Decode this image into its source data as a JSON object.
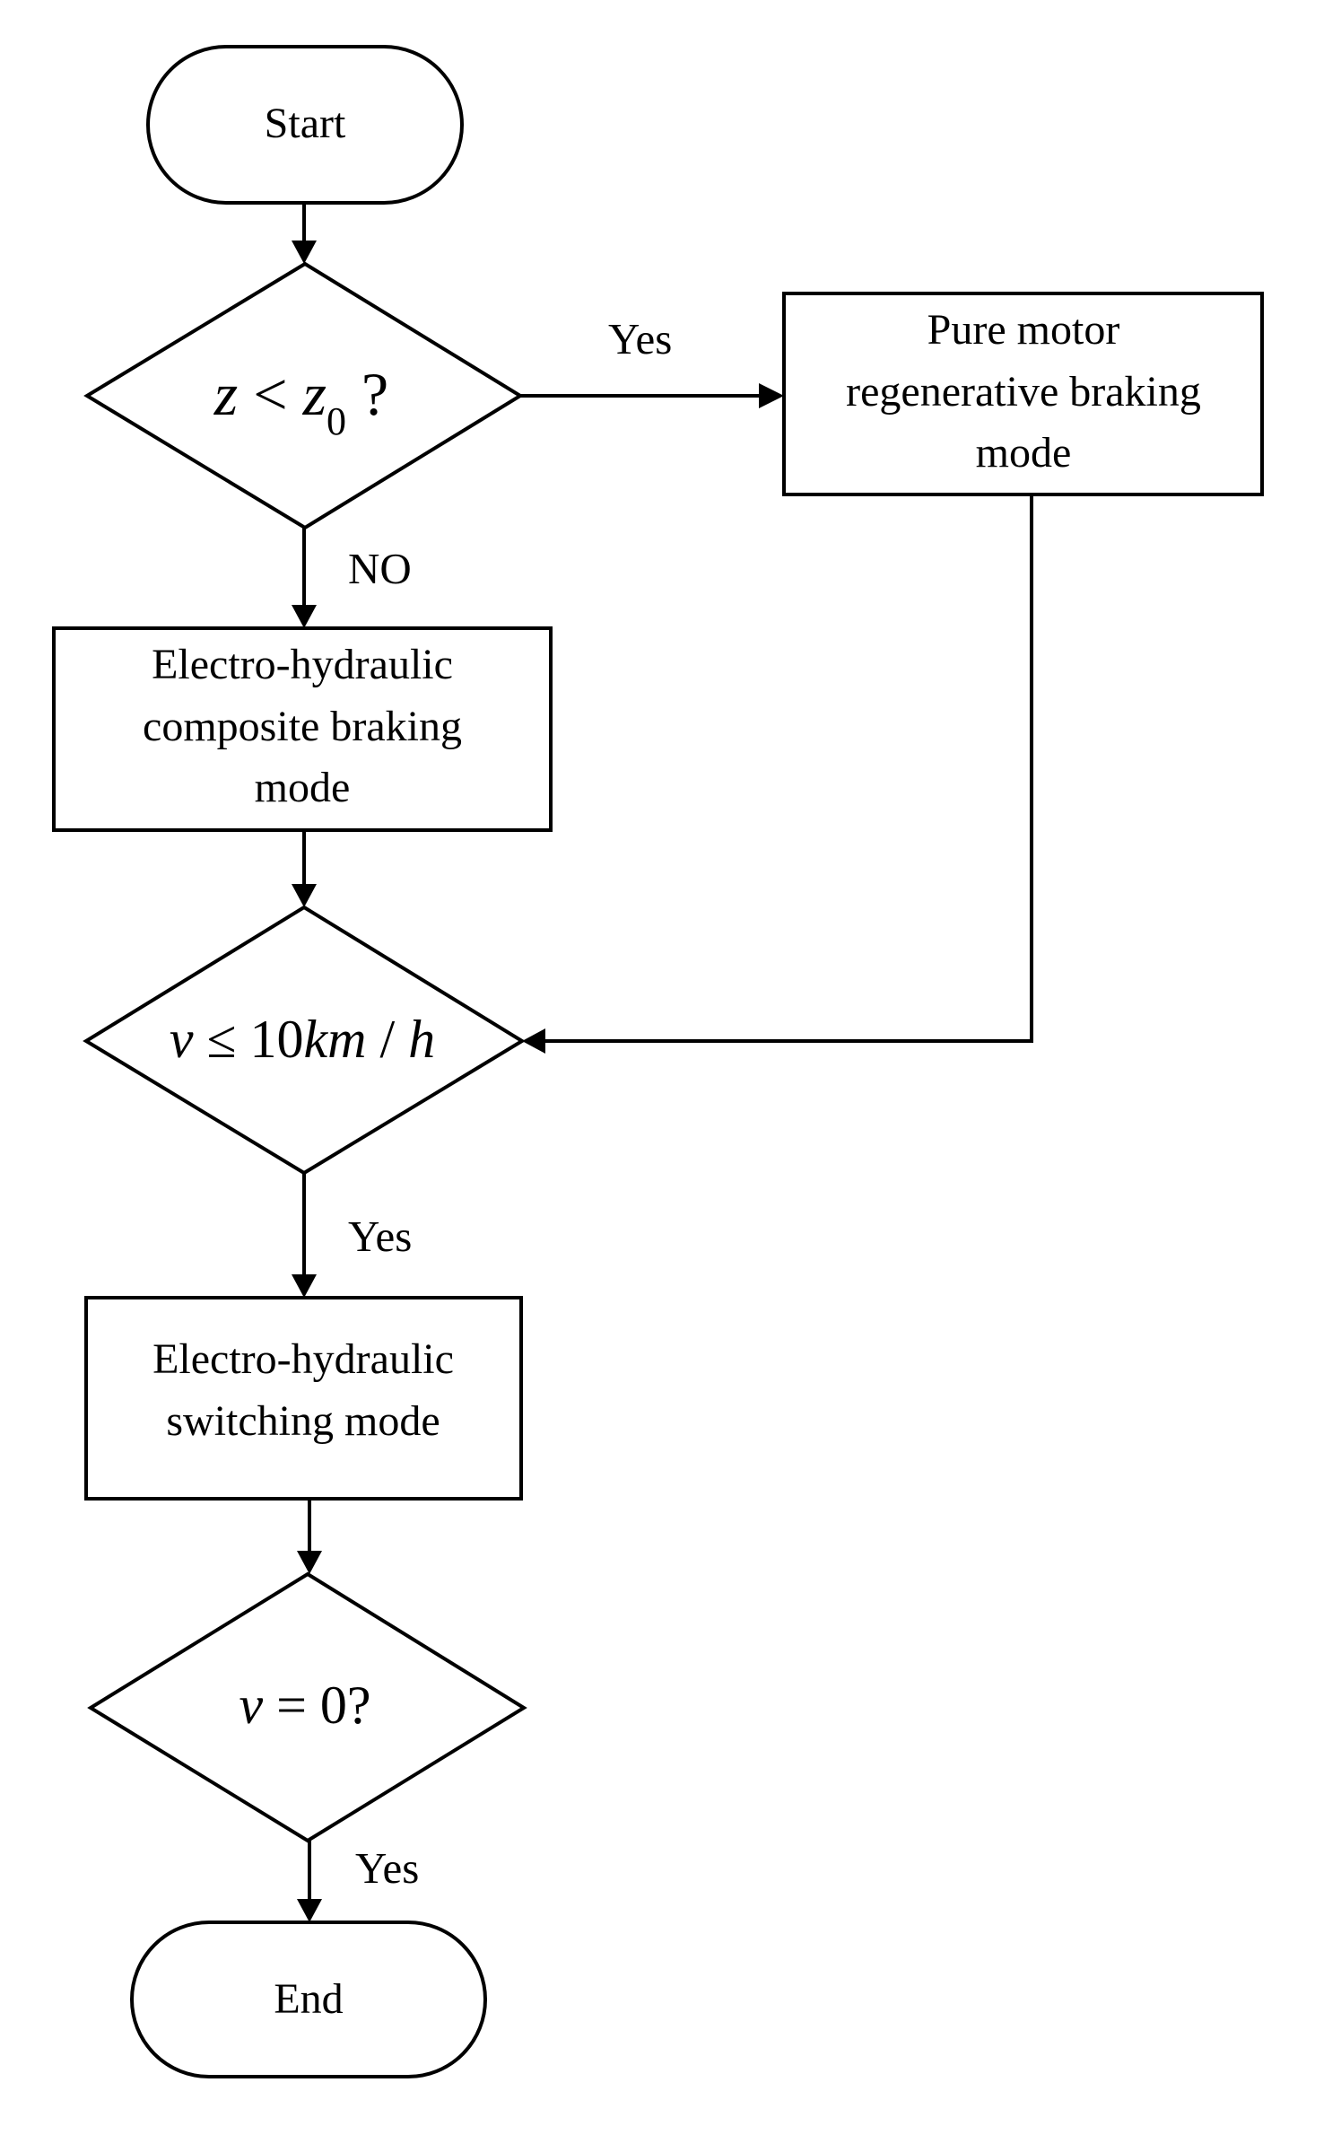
{
  "nodes": {
    "start": {
      "text": "Start"
    },
    "decision_z": {
      "var": "z",
      "op": " < ",
      "var2": "z",
      "sub": "0",
      "q": " ?"
    },
    "pure_motor": {
      "lines": [
        "Pure motor",
        "regenerative braking",
        "mode"
      ]
    },
    "composite": {
      "lines": [
        "Electro-hydraulic",
        "composite braking",
        "mode"
      ]
    },
    "decision_v10": {
      "var": "v",
      "op": " ≤ 10",
      "unit": "km",
      "slash": " / ",
      "unit2": "h"
    },
    "switching": {
      "lines": [
        "Electro-hydraulic",
        "switching mode"
      ]
    },
    "decision_v0": {
      "var": "v",
      "rest": " = 0?"
    },
    "end": {
      "text": "End"
    }
  },
  "edge_labels": {
    "z_yes": "Yes",
    "z_no": "NO",
    "v10_yes": "Yes",
    "v0_yes": "Yes"
  },
  "colors": {
    "stroke": "#000000",
    "background": "#ffffff"
  }
}
